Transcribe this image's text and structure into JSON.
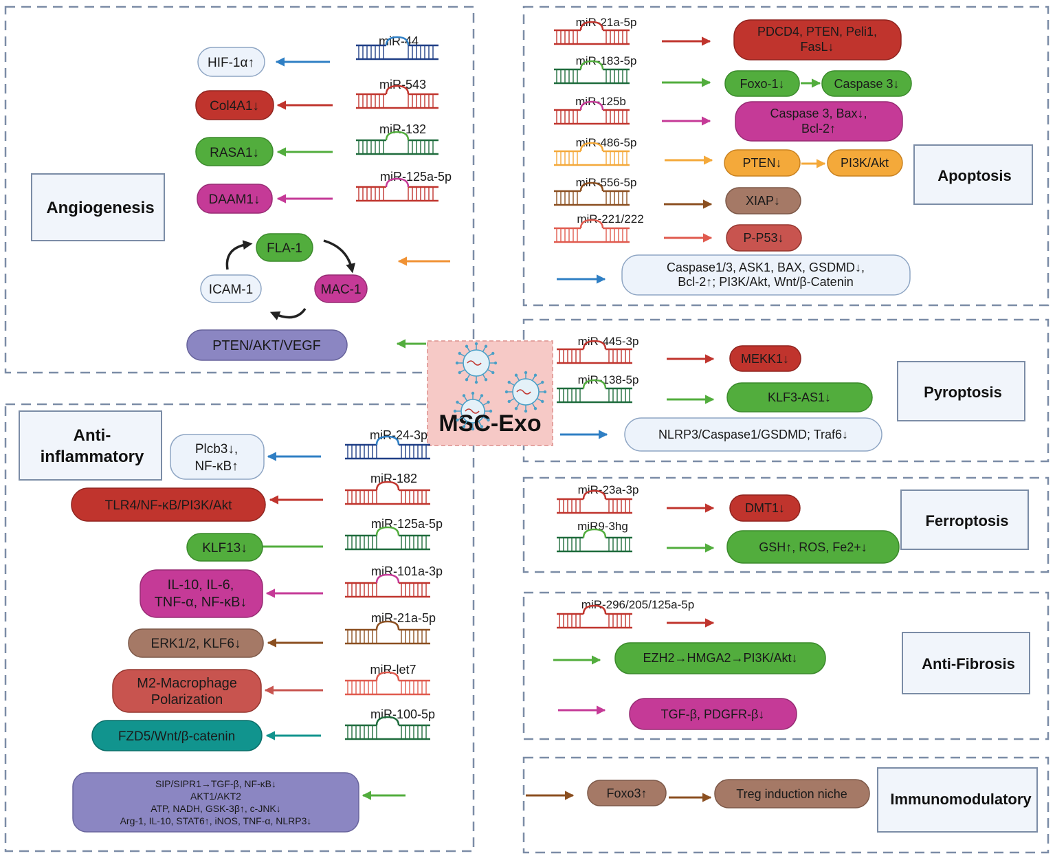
{
  "colors": {
    "red": "#c0342d",
    "green": "#52ad3d",
    "magenta": "#c53a97",
    "orange": "#f4a93a",
    "brown": "#8b4f20",
    "tan": "#a57966",
    "coral": "#e05a4e",
    "blue": "#2f7fc4",
    "navy": "#1f3e86",
    "lavender": "#8b86c2",
    "teal": "#11948e",
    "pale": "#edf3fb",
    "darkgreen": "#1e6b3c",
    "salmon": "#c8544f",
    "dash": "#7b8ca6"
  },
  "center": {
    "label": "MSC-Exo"
  },
  "sections": {
    "angiogenesis": {
      "label": "Angiogenesis",
      "mirnas": [
        "miR-44",
        "miR-543",
        "miR-132",
        "miR-125a-5p"
      ],
      "targets": [
        "HIF-1α↑",
        "Col4A1↓",
        "RASA1↓",
        "DAAM1↓"
      ],
      "cycle": [
        "FLA-1",
        "MAC-1",
        "ICAM-1"
      ],
      "pathway": "PTEN/AKT/VEGF"
    },
    "apoptosis": {
      "label": "Apoptosis",
      "mirnas": [
        "miR-21a-5p",
        "miR-183-5p",
        "miR-125b",
        "miR-486-5p",
        "miR-556-5p",
        "miR-221/222"
      ],
      "targets": {
        "pdcd4": [
          "PDCD4, PTEN, Peli1,",
          "FasL↓"
        ],
        "foxo1": "Foxo-1↓",
        "casp3": "Caspase 3↓",
        "caspbax": [
          "Caspase 3, Bax↓,",
          "Bcl-2↑"
        ],
        "pten": "PTEN↓",
        "pi3k": "PI3K/Akt",
        "xiap": "XIAP↓",
        "p53": "P-P53↓",
        "caspase_list": [
          "Caspase1/3, ASK1, BAX, GSDMD↓,",
          "Bcl-2↑; PI3K/Akt, Wnt/β-Catenin"
        ]
      }
    },
    "pyroptosis": {
      "label": "Pyroptosis",
      "mirnas": [
        "miR-445-3p",
        "miR-138-5p"
      ],
      "targets": [
        "MEKK1↓",
        "KLF3-AS1↓",
        "NLRP3/Caspase1/GSDMD; Traf6↓"
      ]
    },
    "ferroptosis": {
      "label": "Ferroptosis",
      "mirnas": [
        "miR-23a-3p",
        "miR9-3hg"
      ],
      "targets": [
        "DMT1↓",
        "GSH↑, ROS, Fe2+↓"
      ]
    },
    "antifibrosis": {
      "label": "Anti-Fibrosis",
      "mirnas": [
        "miR-296/205/125a-5p"
      ],
      "targets": [
        "EZH2→HMGA2→PI3K/Akt↓",
        "TGF-β, PDGFR-β↓"
      ]
    },
    "immunomodulatory": {
      "label": "Immunomodulatory",
      "targets": [
        "Foxo3↑",
        "Treg induction niche"
      ]
    },
    "antiinflammatory": {
      "label": [
        "Anti-",
        "inflammatory"
      ],
      "mirnas": [
        "miR-24-3p",
        "miR-182",
        "miR-125a-5p",
        "miR-101a-3p",
        "miR-21a-5p",
        "miR-let7",
        "miR-100-5p"
      ],
      "targets": {
        "plcb3": [
          "Plcb3↓,",
          "NF-κB↑"
        ],
        "tlr4": "TLR4/NF-κB/PI3K/Akt",
        "klf13": "KLF13↓",
        "il10": [
          "IL-10, IL-6,",
          "TNF-α, NF-κB↓"
        ],
        "erk": "ERK1/2, KLF6↓",
        "m2": [
          "M2-Macrophage",
          "Polarization"
        ],
        "fzd5": "FZD5/Wnt/β-catenin",
        "sip": [
          "SIP/SIPR1→TGF-β, NF-κB↓",
          "AKT1/AKT2",
          "ATP, NADH, GSK-3β↑, c-JNK↓",
          "Arg-1, IL-10, STAT6↑, iNOS, TNF-α, NLRP3↓"
        ]
      }
    }
  }
}
